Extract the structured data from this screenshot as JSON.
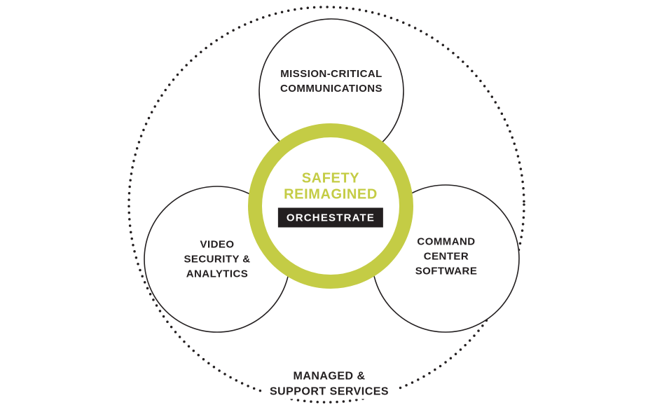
{
  "diagram": {
    "center": {
      "title_lines": [
        "SAFETY",
        "REIMAGINED"
      ],
      "badge_label": "ORCHESTRATE"
    },
    "nodes": {
      "top": {
        "lines": [
          "MISSION-CRITICAL",
          "COMMUNICATIONS"
        ]
      },
      "left": {
        "lines": [
          "VIDEO",
          "SECURITY &",
          "ANALYTICS"
        ]
      },
      "right": {
        "lines": [
          "COMMAND",
          "CENTER",
          "SOFTWARE"
        ]
      }
    },
    "outer": {
      "lines": [
        "MANAGED &",
        "SUPPORT SERVICES"
      ]
    },
    "colors": {
      "accent_green": "#c4cc45",
      "ink": "#231f20",
      "badge_bg": "#231f20",
      "badge_text": "#ffffff",
      "background": "#ffffff"
    }
  }
}
